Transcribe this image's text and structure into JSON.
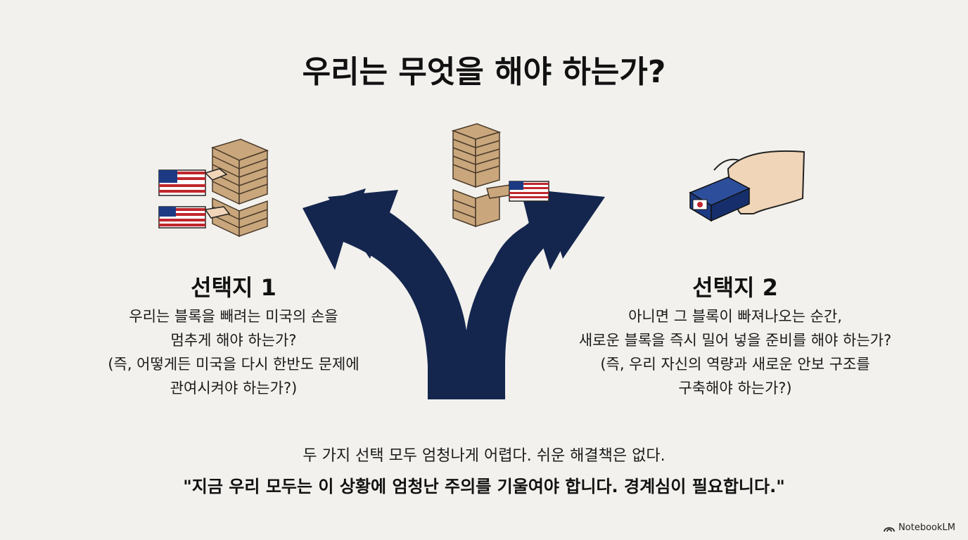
{
  "title": "우리는 무엇을 해야 하는가?",
  "option1": {
    "heading": "선택지 1",
    "lines": [
      "우리는 블록을 빼려는 미국의 손을",
      "멈추게 해야 하는가?",
      "(즉, 어떻게든 미국을 다시 한반도 문제에",
      "관여시켜야 하는가?)"
    ]
  },
  "option2": {
    "heading": "선택지 2",
    "lines": [
      "아니면 그 블록이 빠져나오는 순간,",
      "새로운 블록을 즉시 밀어 넣을 준비를 해야 하는가?",
      "(즉, 우리 자신의 역량과 새로운 안보 구조를",
      "구축해야 하는가?)"
    ]
  },
  "bottom": {
    "line1": "두 가지 선택 모두 엄청나게 어렵다. 쉬운 해결책은 없다.",
    "quote": "\"지금 우리 모두는 이 상황에 엄청난 주의를 기울여야 합니다. 경계심이 필요합니다.\""
  },
  "brand": "NotebookLM",
  "colors": {
    "background": "#f2f1ed",
    "arrow": "#14264e",
    "wood": "#c9a67c",
    "block_blue": "#1c3a84"
  },
  "icons": [
    "jenga-tower-icon",
    "us-flag-hand-icon",
    "hand-holding-block-icon",
    "fork-arrow-icon",
    "notebooklm-logo-icon"
  ]
}
